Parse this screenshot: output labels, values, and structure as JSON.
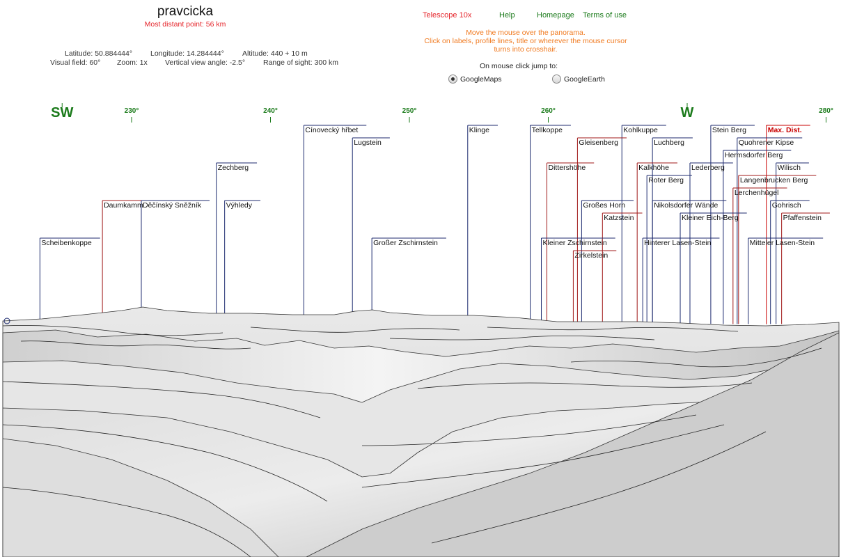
{
  "header": {
    "title": "pravcicka",
    "distant": "Most distant point: 56 km",
    "latitude": "Latitude: 50.884444°",
    "longitude": "Longitude: 14.284444°",
    "altitude": "Altitude: 440 + 10 m",
    "visual_field": "Visual field: 60°",
    "zoom": "Zoom: 1x",
    "vertical_angle": "Vertical view angle: -2.5°",
    "range": "Range of sight: 300 km"
  },
  "menu": {
    "telescope": "Telescope 10x",
    "help": "Help",
    "homepage": "Homepage",
    "terms": "Terms of use"
  },
  "instructions": [
    "Move the mouse over the panorama.",
    "Click on labels, profile lines, title or wherever the mouse cursor",
    "turns into crosshair."
  ],
  "jump": {
    "title": "On mouse click jump to:",
    "options": [
      {
        "label": "GoogleMaps",
        "selected": true
      },
      {
        "label": "GoogleEarth",
        "selected": false
      }
    ]
  },
  "colors": {
    "green": "#1a7a1a",
    "red": "#e5242a",
    "orange": "#f07a20",
    "peak_blue": "#1c2a6e",
    "peak_red": "#a01818"
  },
  "compass": [
    {
      "label": "SW",
      "deg": 225,
      "cardinal": true
    },
    {
      "label": "230°",
      "deg": 230,
      "cardinal": false
    },
    {
      "label": "240°",
      "deg": 240,
      "cardinal": false
    },
    {
      "label": "250°",
      "deg": 250,
      "cardinal": false
    },
    {
      "label": "260°",
      "deg": 260,
      "cardinal": false
    },
    {
      "label": "W",
      "deg": 270,
      "cardinal": true
    },
    {
      "label": "280°",
      "deg": 280,
      "cardinal": false
    }
  ],
  "peaks": [
    {
      "name": "Scheibenkoppe",
      "color": "blue",
      "az": 223.4,
      "row": 9,
      "horizon": 0.43
    },
    {
      "name": "Daumkamm",
      "color": "red",
      "az": 227.9,
      "row": 6,
      "horizon": 0.49
    },
    {
      "name": "Děčínský Sněžník",
      "color": "blue",
      "az": 230.7,
      "row": 6,
      "horizon": 0.24
    },
    {
      "name": "Zechberg",
      "color": "blue",
      "az": 236.1,
      "row": 3,
      "horizon": 0.31
    },
    {
      "name": "Výhledy",
      "color": "blue",
      "az": 236.7,
      "row": 6,
      "horizon": 0.31
    },
    {
      "name": "Cínovecký hřbet",
      "color": "blue",
      "az": 242.4,
      "row": 0,
      "horizon": 0.31
    },
    {
      "name": "Lugstein",
      "color": "blue",
      "az": 245.9,
      "row": 1,
      "horizon": 0.31
    },
    {
      "name": "Großer Zschirnstein",
      "color": "blue",
      "az": 247.3,
      "row": 9,
      "horizon": 0.22
    },
    {
      "name": "Klinge",
      "color": "blue",
      "az": 254.2,
      "row": 0,
      "horizon": 0.33
    },
    {
      "name": "Tellkoppe",
      "color": "blue",
      "az": 258.7,
      "row": 0,
      "horizon": 0.36
    },
    {
      "name": "Dittershöhe",
      "color": "red",
      "az": 259.9,
      "row": 3,
      "horizon": 0.42
    },
    {
      "name": "Kleiner Zschirnstein",
      "color": "blue",
      "az": 259.5,
      "row": 9,
      "horizon": 0.44
    },
    {
      "name": "Zirkelstein",
      "color": "red",
      "az": 261.8,
      "row": 10,
      "horizon": 2.0
    },
    {
      "name": "Gleisenberg",
      "color": "red",
      "az": 262.1,
      "row": 1,
      "horizon": 0.49
    },
    {
      "name": "Großes Horn",
      "color": "blue",
      "az": 262.4,
      "row": 6,
      "horizon": 0.49
    },
    {
      "name": "Katzstein",
      "color": "red",
      "az": 263.9,
      "row": 7,
      "horizon": 0.49
    },
    {
      "name": "Kohlkuppe",
      "color": "blue",
      "az": 265.3,
      "row": 0,
      "horizon": 0.37
    },
    {
      "name": "Kalkhöhe",
      "color": "red",
      "az": 266.4,
      "row": 3,
      "horizon": 0.39
    },
    {
      "name": "Roter Berg",
      "color": "blue",
      "az": 267.1,
      "row": 4,
      "horizon": 0.5
    },
    {
      "name": "Luchberg",
      "color": "blue",
      "az": 267.5,
      "row": 1,
      "horizon": 0.46
    },
    {
      "name": "Hinterer Lasen-Stein",
      "color": "blue",
      "az": 266.8,
      "row": 9,
      "horizon": 0.5
    },
    {
      "name": "Nikolsdorfer Wände",
      "color": "blue",
      "az": 267.5,
      "row": 6,
      "horizon": 0.5
    },
    {
      "name": "Kleiner Eich-Berg",
      "color": "blue",
      "az": 269.5,
      "row": 7,
      "horizon": 0.5
    },
    {
      "name": "Lederberg",
      "color": "blue",
      "az": 270.2,
      "row": 3,
      "horizon": 0.5
    },
    {
      "name": "Stein Berg",
      "color": "blue",
      "az": 271.7,
      "row": 0,
      "horizon": 0.5
    },
    {
      "name": "Hermsdorfer Berg",
      "color": "blue",
      "az": 272.6,
      "row": 2,
      "horizon": 0.52
    },
    {
      "name": "Quohrener Kipse",
      "color": "blue",
      "az": 273.6,
      "row": 1,
      "horizon": 0.52
    },
    {
      "name": "Lerchenhügel",
      "color": "red",
      "az": 273.3,
      "row": 5,
      "horizon": 0.52
    },
    {
      "name": "Langenbrucken Berg",
      "color": "red",
      "az": 273.7,
      "row": 4,
      "horizon": 0.52
    },
    {
      "name": "Mitteler Lasen-Stein",
      "color": "blue",
      "az": 274.4,
      "row": 9,
      "horizon": 0.52
    },
    {
      "name": "Max. Dist.",
      "color": "red",
      "az": 275.7,
      "row": 0,
      "horizon": 0.53,
      "highlight": true
    },
    {
      "name": "Wilisch",
      "color": "blue",
      "az": 276.4,
      "row": 3,
      "horizon": 0.52
    },
    {
      "name": "Gohrisch",
      "color": "blue",
      "az": 276.0,
      "row": 6,
      "horizon": 0.52
    },
    {
      "name": "Pfaffenstein",
      "color": "red",
      "az": 276.8,
      "row": 7,
      "horizon": 0.52
    }
  ]
}
